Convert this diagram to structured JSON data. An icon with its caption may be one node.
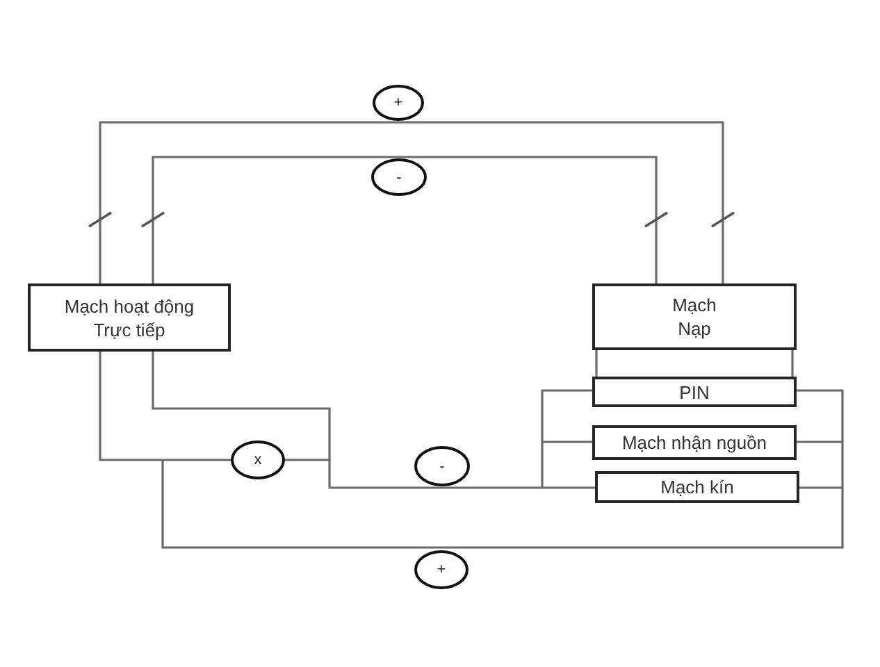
{
  "diagram": {
    "nodes": [
      {
        "text": [
          "+"
        ]
      },
      {
        "text": [
          "-"
        ]
      },
      {
        "text": [
          "Mạch hoạt động Trực tiếp"
        ]
      },
      {
        "text": [
          "Mạch Nạp"
        ]
      },
      {
        "text": [
          "PIN"
        ]
      },
      {
        "text": [
          "Mạch nhận nguồn"
        ]
      },
      {
        "text": [
          "x"
        ]
      },
      {
        "text": [
          "-"
        ]
      },
      {
        "text": [
          "Mạch kín"
        ]
      },
      {
        "text": [
          "+"
        ]
      }
    ],
    "edges": [
      {
        "from": 2,
        "to": 3,
        "arrow": "none"
      },
      {
        "from": 2,
        "to": 3,
        "arrow": "none"
      },
      {
        "from": 3,
        "to": 4,
        "arrow": "none"
      },
      {
        "from": 3,
        "to": 4,
        "arrow": "none"
      },
      {
        "from": 2,
        "to": 6,
        "arrow": "none"
      },
      {
        "from": 2,
        "to": 4,
        "arrow": "none"
      },
      {
        "from": 2,
        "to": 5,
        "arrow": "none"
      },
      {
        "from": 2,
        "to": 8,
        "arrow": "none"
      },
      {
        "from": 2,
        "to": 4,
        "arrow": "none"
      },
      {
        "from": 2,
        "to": 5,
        "arrow": "none"
      },
      {
        "from": 2,
        "to": 8,
        "arrow": "none"
      },
      {
        "from": 6,
        "to": 4,
        "arrow": "none"
      },
      {
        "from": 6,
        "to": 5,
        "arrow": "none"
      },
      {
        "from": 6,
        "to": 8,
        "arrow": "none"
      }
    ]
  }
}
